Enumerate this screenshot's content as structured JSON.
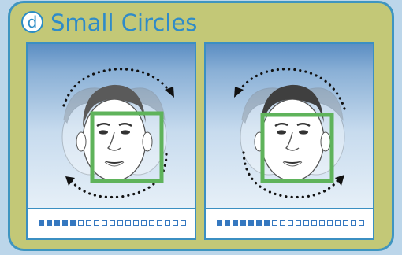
{
  "badge": {
    "letter": "d"
  },
  "title": "Small Circles",
  "colors": {
    "accent": "#2a8cc5",
    "card_bg": "#c3c877",
    "tracking_box": "#5fb35b",
    "progress_fill": "#3578c0"
  },
  "panels": [
    {
      "id": "left",
      "motion": "clockwise",
      "progress": {
        "filled": 5,
        "total": 19
      }
    },
    {
      "id": "right",
      "motion": "counterclockwise",
      "progress": {
        "filled": 7,
        "total": 19
      }
    }
  ],
  "icons": [
    "face-illustration",
    "tracking-box",
    "dotted-arrow-arc"
  ]
}
